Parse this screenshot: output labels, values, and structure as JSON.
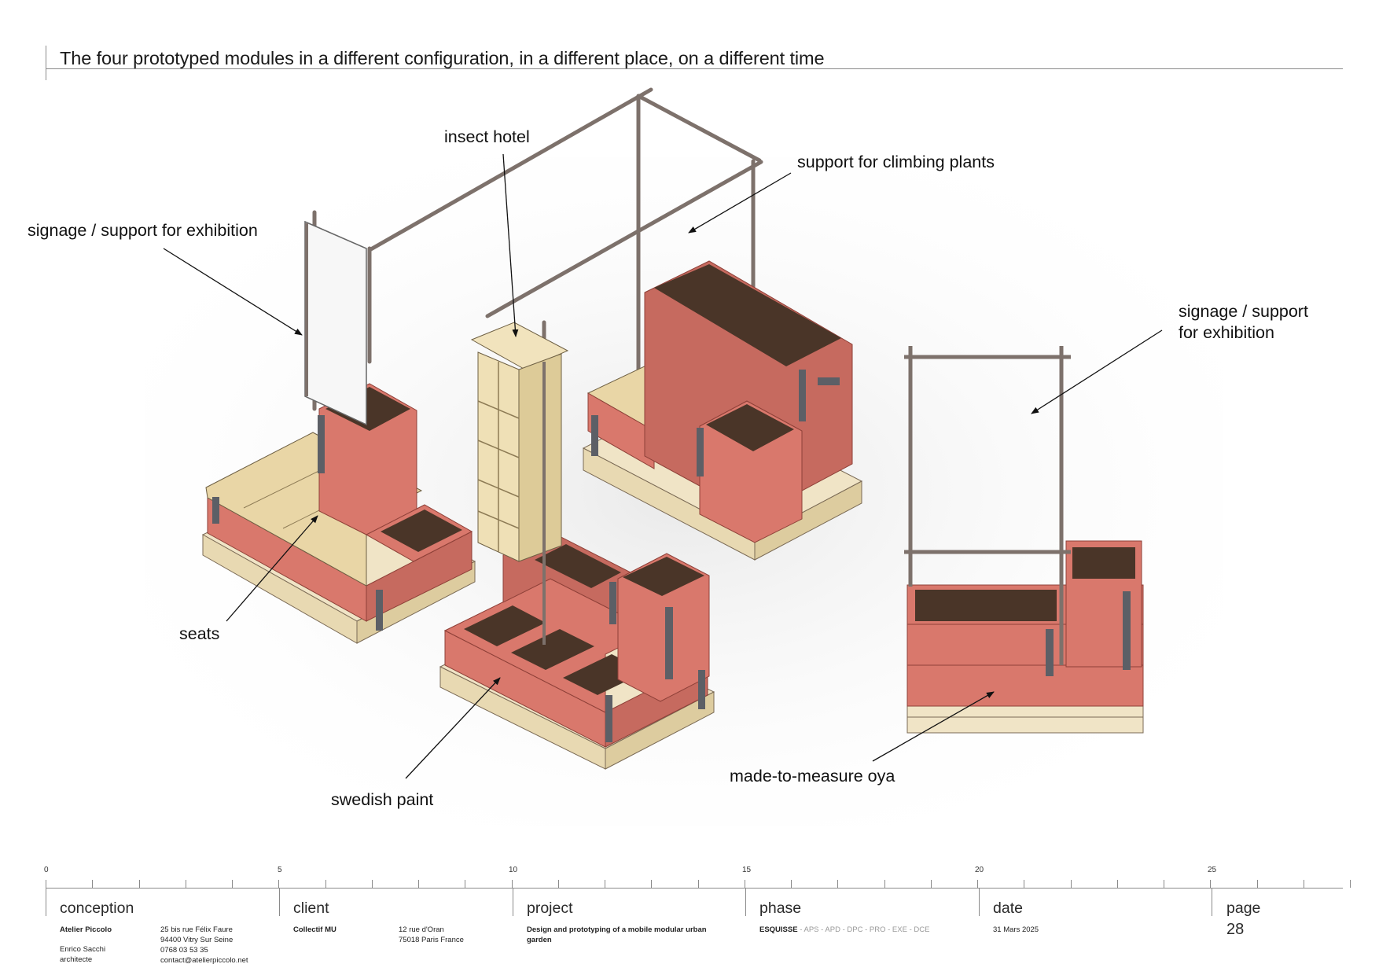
{
  "title": "The four prototyped modules in a different configuration, in a different place, on a different time",
  "callouts": {
    "insect_hotel": "insect hotel",
    "climbing": "support for climbing plants",
    "signage_left": "signage / support for exhibition",
    "signage_right_line1": "signage / support",
    "signage_right_line2": "for exhibition",
    "seats": "seats",
    "swedish_paint": "swedish paint",
    "oya": "made-to-measure oya"
  },
  "scale": {
    "labels": [
      "0",
      "5",
      "10",
      "15",
      "20",
      "25"
    ]
  },
  "footer": {
    "conception": {
      "head": "conception",
      "firm": "Atelier Piccolo",
      "person": "Enrico Sacchi",
      "role": "architecte",
      "address1": "25 bis rue Félix Faure",
      "address2": "94400 Vitry Sur Seine",
      "phone": "0768 03 53 35",
      "email": "contact@atelierpiccolo.net"
    },
    "client": {
      "head": "client",
      "name": "Collectif MU",
      "address1": "12 rue d'Oran",
      "address2": "75018 Paris France"
    },
    "project": {
      "head": "project",
      "line1": "Design and prototyping of a mobile modular urban",
      "line2": "garden"
    },
    "phase": {
      "head": "phase",
      "current": "ESQUISSE",
      "rest": " - APS - APD - DPC - PRO - EXE - DCE"
    },
    "date": {
      "head": "date",
      "value": "31 Mars 2025"
    },
    "page": {
      "head": "page",
      "value": "28"
    }
  },
  "colors": {
    "planter": "#d9786c",
    "planter_dark": "#b85a50",
    "soil": "#4a3528",
    "wood": "#efe0b6",
    "frame": "#7d716b",
    "clamp": "#5c5f66"
  }
}
